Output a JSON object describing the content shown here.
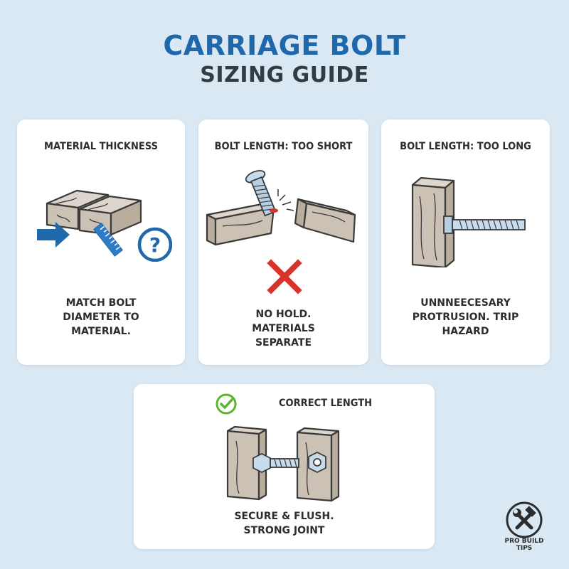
{
  "header": {
    "title_line1": "CARRIAGE BOLT",
    "title_line2": "SIZING GUIDE"
  },
  "cards": [
    {
      "title": "MATERIAL THICKNESS",
      "caption": "MATCH BOLT DIAMETER TO MATERIAL.",
      "icons": [
        "wood-block-icon",
        "arrow-icon",
        "ruler-icon",
        "question-icon"
      ]
    },
    {
      "title": "BOLT LENGTH: TOO SHORT",
      "caption": "NO HOLD. MATERIALS SEPARATE",
      "icons": [
        "bolt-icon",
        "broken-wood-icon",
        "x-mark-icon"
      ]
    },
    {
      "title": "BOLT LENGTH: TOO LONG",
      "caption": "UNNNEECESARY PROTRUSION. TRIP HAZARD",
      "icons": [
        "wood-block-icon",
        "bolt-icon"
      ]
    },
    {
      "title": "CORRECT LENGTH",
      "caption": "SECURE & FLUSH. STRONG JOINT",
      "icons": [
        "checkmark-icon",
        "wood-block-icon",
        "bolt-icon",
        "nut-icon"
      ]
    }
  ],
  "logo": {
    "line1": "PRO BUILD",
    "line2": "TIPS",
    "icon": "wrench-hammer-icon"
  },
  "colors": {
    "background": "#d9e8f2",
    "title_blue": "#1f68ab",
    "title_dark": "#333b44",
    "wood": "#c9bfb2",
    "accent_blue": "#1f68ab",
    "error_red": "#d9322b",
    "success_green": "#5cb531"
  }
}
